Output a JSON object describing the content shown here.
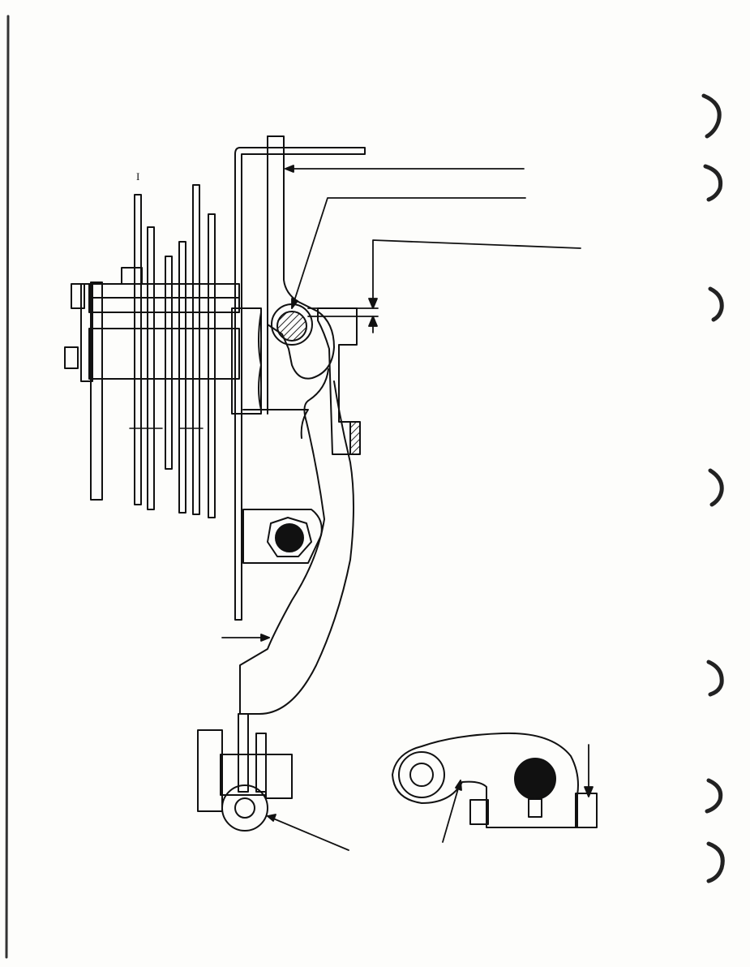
{
  "page": {
    "background": "#fdfdfb",
    "ink_color": "#111111",
    "hatch_color": "#222222"
  },
  "labels": {
    "ref_mark": "I"
  },
  "diagram": {
    "type": "mechanical-assembly-illustration",
    "views": [
      "main-assembly-view",
      "detail-view"
    ]
  }
}
